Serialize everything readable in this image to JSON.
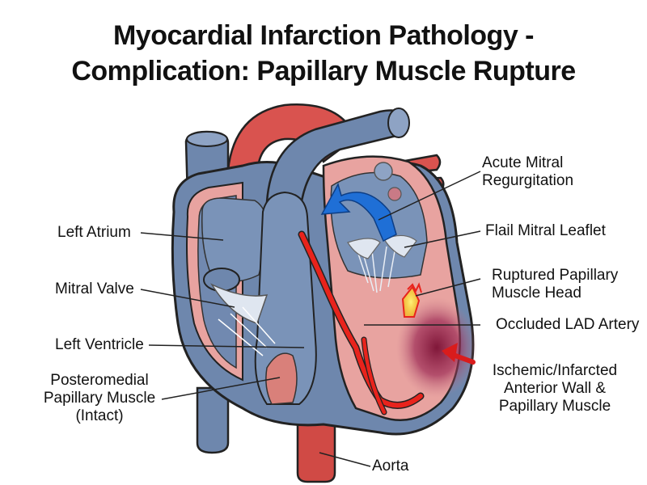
{
  "title": {
    "line1": "Myocardial Infarction Pathology -",
    "line2": "Complication: Papillary Muscle Rupture"
  },
  "labels": {
    "left_atrium": "Left Atrium",
    "mitral_valve": "Mitral Valve",
    "left_ventricle": "Left Ventricle",
    "posteromedial": [
      "Posteromedial",
      "Papillary Muscle",
      "(Intact)"
    ],
    "acute_mr": [
      "Acute Mitral",
      "Regurgitation"
    ],
    "flail_leaflet": "Flail Mitral Leaflet",
    "ruptured_head": [
      "Ruptured Papillary",
      "Muscle Head"
    ],
    "occluded_lad": "Occluded LAD Artery",
    "ischemic": [
      "Ischemic/Infarcted",
      "Anterior Wall &",
      "Papillary Muscle"
    ],
    "aorta": "Aorta"
  },
  "colors": {
    "vein_blue": "#6e87ad",
    "artery_red": "#d9534f",
    "wall_pink": "#e8a3a0",
    "lad_red": "#e8231c",
    "infarct": "#8b1538",
    "regurg_arrow": "#1f6fd6"
  }
}
